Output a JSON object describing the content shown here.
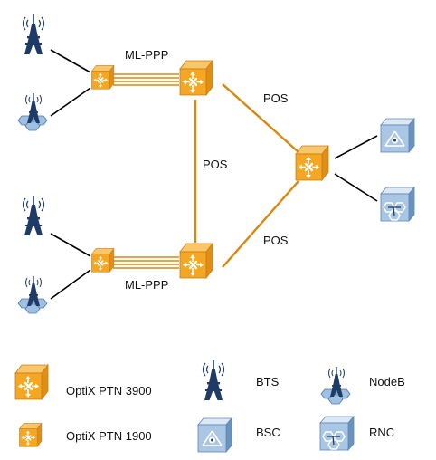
{
  "labels": {
    "mlppp_top": "ML-PPP",
    "mlppp_bottom": "ML-PPP",
    "pos_top": "POS",
    "pos_middle": "POS",
    "pos_bottom": "POS"
  },
  "legend": {
    "ptn3900": "OptiX PTN 3900",
    "ptn1900": "OptiX PTN 1900",
    "bts": "BTS",
    "bsc": "BSC",
    "nodeb": "NodeB",
    "rnc": "RNC"
  },
  "colors": {
    "orange": "#F5A623",
    "orange_dark": "#D98A10",
    "link_orange": "#D8880F",
    "black_link": "#000000",
    "navy": "#1E3A66",
    "blue_light": "#BCD3EA",
    "blue_mid": "#7FA6CC"
  },
  "icons": [
    "router-icon",
    "tower-icon",
    "nodeb-icon",
    "bsc-icon",
    "rnc-icon"
  ]
}
